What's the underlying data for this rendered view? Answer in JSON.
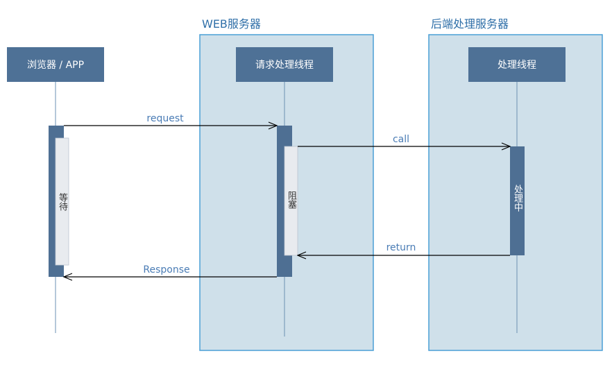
{
  "diagram": {
    "participants": {
      "browser": {
        "label": "浏览器 / APP",
        "wait_label": "等待"
      },
      "web_server": {
        "group_title": "WEB服务器",
        "label": "请求处理线程",
        "block_label": "阻塞"
      },
      "backend": {
        "group_title": "后端处理服务器",
        "label": "处理线程",
        "processing_label": "处理中"
      }
    },
    "messages": {
      "request": "request",
      "call": "call",
      "return": "return",
      "response": "Response"
    },
    "colors": {
      "box_fill": "#4e7196",
      "box_text": "#ffffff",
      "group_fill": "#cfe0ea",
      "group_border": "#4a9fd6",
      "group_title": "#2f6fa8",
      "activation_dark": "#4e6f93",
      "activation_light": "#e8ebef",
      "lifeline": "#6b8fb3",
      "message_line": "#000000",
      "message_label": "#4a7cb5"
    }
  }
}
